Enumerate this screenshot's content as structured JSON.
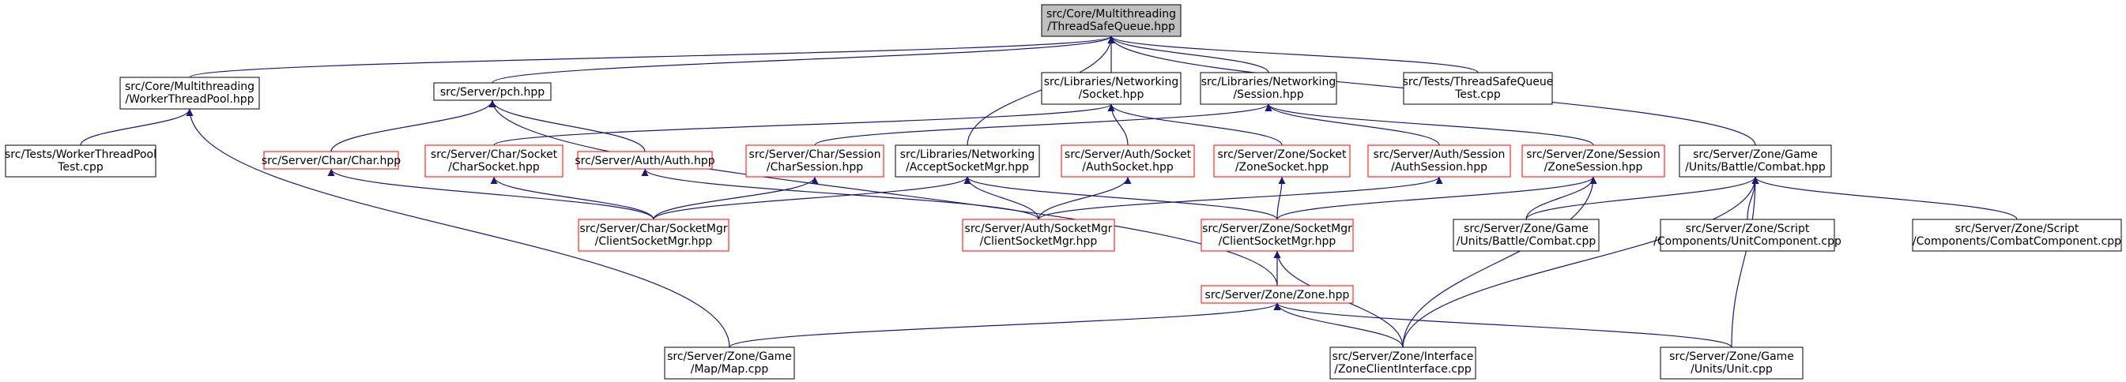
{
  "colors": {
    "focus_fill": "#bfbfbf",
    "border_black": "#000000",
    "border_red": "#ff0000",
    "edge": "#191970",
    "background": "#ffffff"
  },
  "nodes": [
    {
      "id": "n0",
      "lines": [
        "src/Core/Multithreading",
        "/ThreadSafeQueue.hpp"
      ],
      "style": "focus"
    },
    {
      "id": "n1",
      "lines": [
        "src/Core/Multithreading",
        "/WorkerThreadPool.hpp"
      ],
      "style": "black"
    },
    {
      "id": "n2",
      "lines": [
        "src/Server/pch.hpp"
      ],
      "style": "black"
    },
    {
      "id": "n3",
      "lines": [
        "src/Libraries/Networking",
        "/Socket.hpp"
      ],
      "style": "black"
    },
    {
      "id": "n4",
      "lines": [
        "src/Libraries/Networking",
        "/Session.hpp"
      ],
      "style": "black"
    },
    {
      "id": "n5",
      "lines": [
        "src/Tests/ThreadSafeQueue",
        "Test.cpp"
      ],
      "style": "black"
    },
    {
      "id": "n6",
      "lines": [
        "src/Tests/WorkerThreadPool",
        "Test.cpp"
      ],
      "style": "black"
    },
    {
      "id": "n7",
      "lines": [
        "src/Server/Char/Char.hpp"
      ],
      "style": "red"
    },
    {
      "id": "n8",
      "lines": [
        "src/Server/Char/Socket",
        "/CharSocket.hpp"
      ],
      "style": "red"
    },
    {
      "id": "n9",
      "lines": [
        "src/Server/Auth/Auth.hpp"
      ],
      "style": "red"
    },
    {
      "id": "n10",
      "lines": [
        "src/Server/Char/Session",
        "/CharSession.hpp"
      ],
      "style": "red"
    },
    {
      "id": "n11",
      "lines": [
        "src/Libraries/Networking",
        "/AcceptSocketMgr.hpp"
      ],
      "style": "black"
    },
    {
      "id": "n12",
      "lines": [
        "src/Server/Auth/Socket",
        "/AuthSocket.hpp"
      ],
      "style": "red"
    },
    {
      "id": "n13",
      "lines": [
        "src/Server/Zone/Socket",
        "/ZoneSocket.hpp"
      ],
      "style": "red"
    },
    {
      "id": "n14",
      "lines": [
        "src/Server/Auth/Session",
        "/AuthSession.hpp"
      ],
      "style": "red"
    },
    {
      "id": "n15",
      "lines": [
        "src/Server/Zone/Session",
        "/ZoneSession.hpp"
      ],
      "style": "red"
    },
    {
      "id": "n16",
      "lines": [
        "src/Server/Zone/Game",
        "/Units/Battle/Combat.hpp"
      ],
      "style": "black"
    },
    {
      "id": "n17",
      "lines": [
        "src/Server/Char/SocketMgr",
        "/ClientSocketMgr.hpp"
      ],
      "style": "red"
    },
    {
      "id": "n18",
      "lines": [
        "src/Server/Auth/SocketMgr",
        "/ClientSocketMgr.hpp"
      ],
      "style": "red"
    },
    {
      "id": "n19",
      "lines": [
        "src/Server/Zone/SocketMgr",
        "/ClientSocketMgr.hpp"
      ],
      "style": "red"
    },
    {
      "id": "n20",
      "lines": [
        "src/Server/Zone/Game",
        "/Units/Battle/Combat.cpp"
      ],
      "style": "black"
    },
    {
      "id": "n21",
      "lines": [
        "src/Server/Zone/Script",
        "/Components/UnitComponent.cpp"
      ],
      "style": "black"
    },
    {
      "id": "n22",
      "lines": [
        "src/Server/Zone/Script",
        "/Components/CombatComponent.cpp"
      ],
      "style": "black"
    },
    {
      "id": "n23",
      "lines": [
        "src/Server/Zone/Zone.hpp"
      ],
      "style": "red"
    },
    {
      "id": "n24",
      "lines": [
        "src/Server/Zone/Game",
        "/Map/Map.cpp"
      ],
      "style": "black"
    },
    {
      "id": "n25",
      "lines": [
        "src/Server/Zone/Interface",
        "/ZoneClientInterface.cpp"
      ],
      "style": "black"
    },
    {
      "id": "n26",
      "lines": [
        "src/Server/Zone/Game",
        "/Units/Unit.cpp"
      ],
      "style": "black"
    }
  ],
  "edges": [
    [
      "n0",
      "n1"
    ],
    [
      "n0",
      "n2"
    ],
    [
      "n0",
      "n3"
    ],
    [
      "n0",
      "n4"
    ],
    [
      "n0",
      "n5"
    ],
    [
      "n0",
      "n11"
    ],
    [
      "n0",
      "n16"
    ],
    [
      "n1",
      "n6"
    ],
    [
      "n1",
      "n24"
    ],
    [
      "n2",
      "n7"
    ],
    [
      "n2",
      "n9"
    ],
    [
      "n2",
      "n23"
    ],
    [
      "n3",
      "n8"
    ],
    [
      "n3",
      "n12"
    ],
    [
      "n3",
      "n13"
    ],
    [
      "n4",
      "n10"
    ],
    [
      "n4",
      "n14"
    ],
    [
      "n4",
      "n15"
    ],
    [
      "n7",
      "n17"
    ],
    [
      "n8",
      "n17"
    ],
    [
      "n9",
      "n18"
    ],
    [
      "n10",
      "n17"
    ],
    [
      "n11",
      "n17"
    ],
    [
      "n11",
      "n18"
    ],
    [
      "n11",
      "n19"
    ],
    [
      "n12",
      "n18"
    ],
    [
      "n13",
      "n19"
    ],
    [
      "n14",
      "n18"
    ],
    [
      "n15",
      "n19"
    ],
    [
      "n15",
      "n20"
    ],
    [
      "n15",
      "n25"
    ],
    [
      "n16",
      "n20"
    ],
    [
      "n16",
      "n21"
    ],
    [
      "n16",
      "n22"
    ],
    [
      "n16",
      "n25"
    ],
    [
      "n16",
      "n26"
    ],
    [
      "n19",
      "n23"
    ],
    [
      "n19",
      "n25"
    ],
    [
      "n23",
      "n24"
    ],
    [
      "n23",
      "n25"
    ],
    [
      "n23",
      "n26"
    ]
  ]
}
